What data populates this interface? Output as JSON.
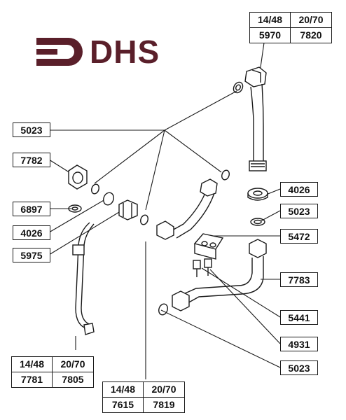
{
  "logo": {
    "text": "DHS",
    "color": "#5a1f2a"
  },
  "labels": {
    "l5023_top": "5023",
    "l7782": "7782",
    "l6897": "6897",
    "l4026_left": "4026",
    "l5975": "5975",
    "l4026_right": "4026",
    "l5023_mid": "5023",
    "l5472": "5472",
    "l7783": "7783",
    "l5441": "5441",
    "l4931": "4931",
    "l5023_bottom": "5023"
  },
  "tables": {
    "top_right": {
      "a": "14/48",
      "b": "20/70",
      "c": "5970",
      "d": "7820"
    },
    "bottom_left": {
      "a": "14/48",
      "b": "20/70",
      "c": "7781",
      "d": "7805"
    },
    "bottom_mid": {
      "a": "14/48",
      "b": "20/70",
      "c": "7615",
      "d": "7819"
    }
  },
  "colors": {
    "ink": "#1a1a1a",
    "logo": "#5a1f2a"
  }
}
